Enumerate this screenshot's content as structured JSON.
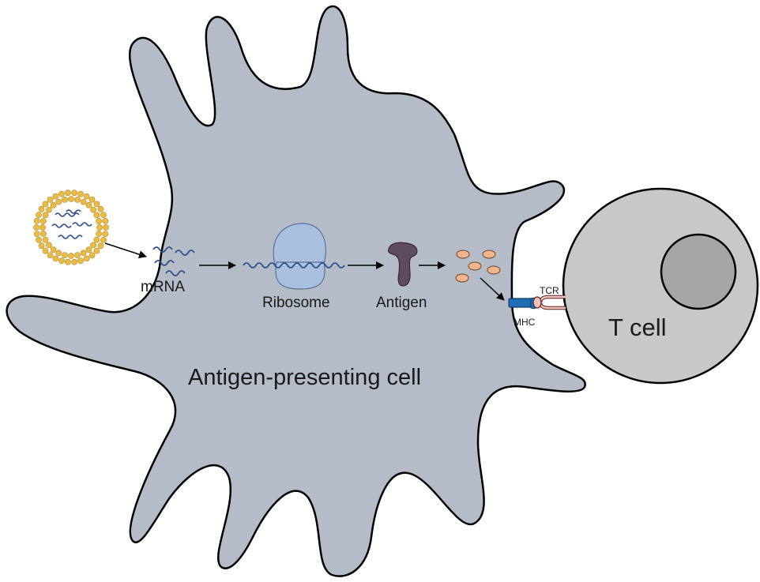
{
  "labels": {
    "mrna": "mRNA",
    "ribosome": "Ribosome",
    "antigen": "Antigen",
    "apc": "Antigen-presenting cell",
    "tcell": "T cell",
    "tcr": "TCR",
    "mhc": "MHC"
  },
  "colors": {
    "apc_fill": "#b5bcc7",
    "tcell_fill": "#c8c8c8",
    "nucleus_fill": "#a6a6a6",
    "lipid_head": "#e8bb4a",
    "rna": "#2f4f8a",
    "ribosome": "#a9bfe0",
    "antigen": "#5e4b5f",
    "peptide": "#f2b48c",
    "mhc": "#1f6fb5",
    "tcr": "#f2c2bc"
  }
}
